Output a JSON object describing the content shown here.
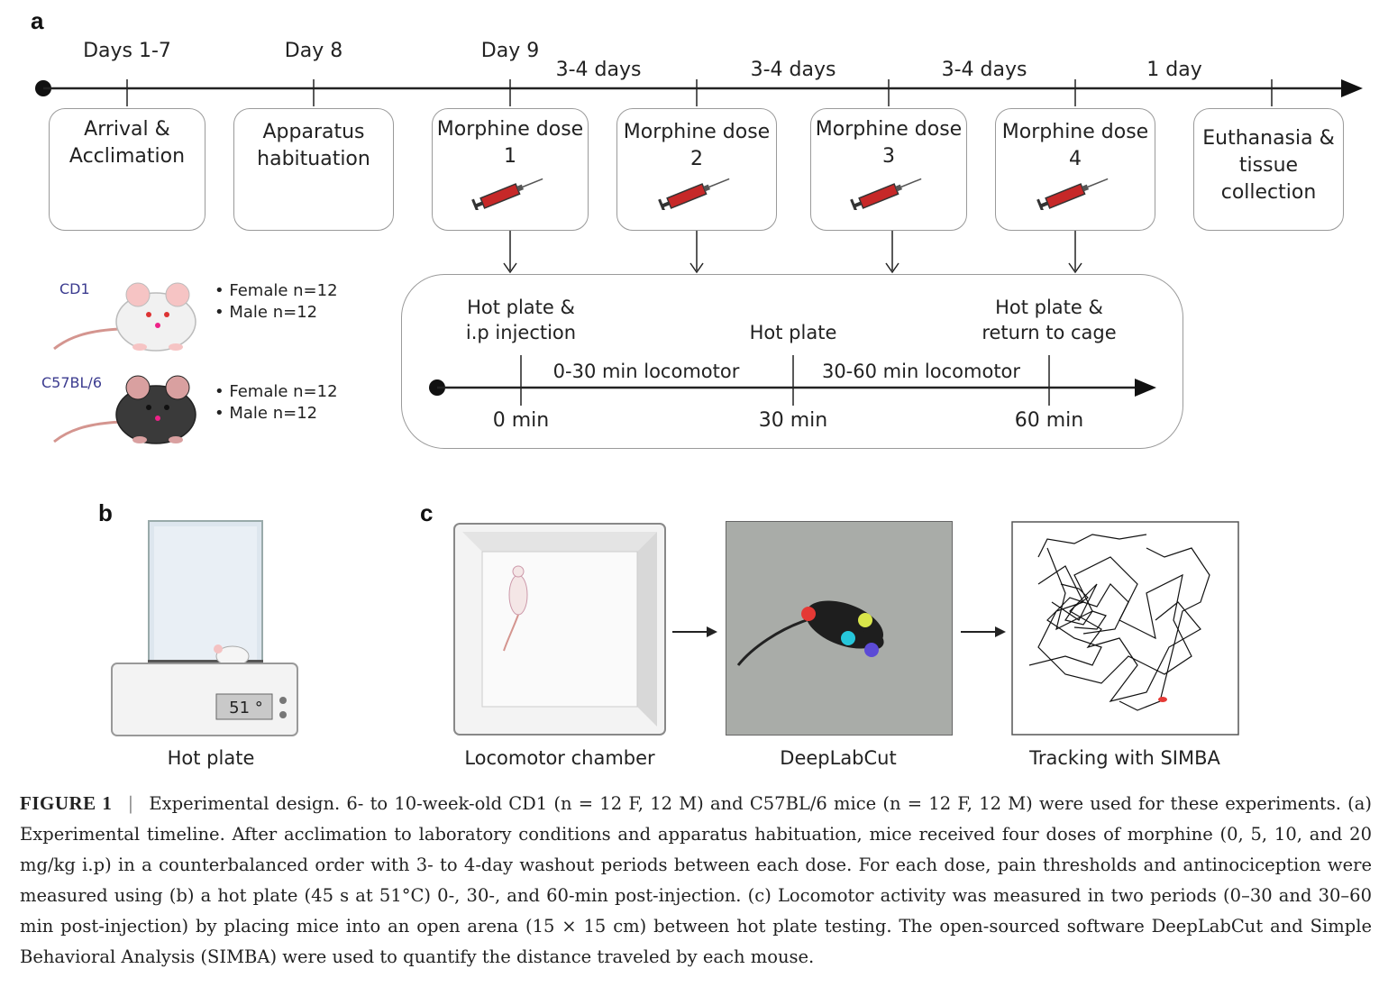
{
  "panels": {
    "a": "a",
    "b": "b",
    "c": "c"
  },
  "timeline": {
    "day_labels": [
      "Days 1-7",
      "Day 8",
      "Day 9"
    ],
    "interval_labels": [
      "3-4 days",
      "3-4 days",
      "3-4 days",
      "1 day"
    ],
    "boxes": [
      {
        "line1": "Arrival &",
        "line2": "Acclimation"
      },
      {
        "line1": "Apparatus",
        "line2": "habituation"
      },
      {
        "line1": "Morphine dose",
        "line2": "1"
      },
      {
        "line1": "Morphine dose",
        "line2": "2"
      },
      {
        "line1": "Morphine dose",
        "line2": "3"
      },
      {
        "line1": "Morphine dose",
        "line2": "4"
      },
      {
        "line1": "Euthanasia &",
        "line2": "tissue",
        "line3": "collection"
      }
    ]
  },
  "mice": [
    {
      "strain": "CD1",
      "female": "Female n=12",
      "male": "Male n=12",
      "color": "#f1f1f1"
    },
    {
      "strain": "C57BL/6",
      "female": "Female n=12",
      "male": "Male n=12",
      "color": "#3a3a3a"
    }
  ],
  "session": {
    "events": [
      {
        "line1": "Hot plate &",
        "line2": "i.p injection"
      },
      {
        "line1": "Hot plate",
        "line2": ""
      },
      {
        "line1": "Hot plate &",
        "line2": "return to cage"
      }
    ],
    "periods": [
      "0-30 min locomotor",
      "30-60 min locomotor"
    ],
    "times": [
      "0 min",
      "30 min",
      "60 min"
    ]
  },
  "hotplate": {
    "display": "51 °",
    "label": "Hot plate"
  },
  "pipeline": {
    "labels": [
      "Locomotor chamber",
      "DeepLabCut",
      "Tracking with SIMBA"
    ],
    "marker_colors": [
      "#e53935",
      "#d9e64b",
      "#26c6da",
      "#5c4bd6"
    ]
  },
  "caption": {
    "label": "FIGURE 1",
    "separator": "|",
    "text": "Experimental design. 6- to 10-week-old CD1 (n = 12 F, 12 M) and C57BL/6 mice (n = 12 F, 12 M) were used for these experiments. (a) Experimental timeline. After acclimation to laboratory conditions and apparatus habituation, mice received four doses of morphine (0, 5, 10, and 20 mg/kg i.p) in a counterbalanced order with 3- to 4-day washout periods between each dose. For each dose, pain thresholds and antinociception were measured using (b) a hot plate (45 s at 51°C) 0-, 30-, and 60-min post-injection. (c) Locomotor activity was measured in two periods (0–30 and 30–60 min post-injection) by placing mice into an open arena (15 × 15 cm) between hot plate testing. The open-sourced software DeepLabCut and Simple Behavioral Analysis (SIMBA) were used to quantify the distance traveled by each mouse."
  }
}
